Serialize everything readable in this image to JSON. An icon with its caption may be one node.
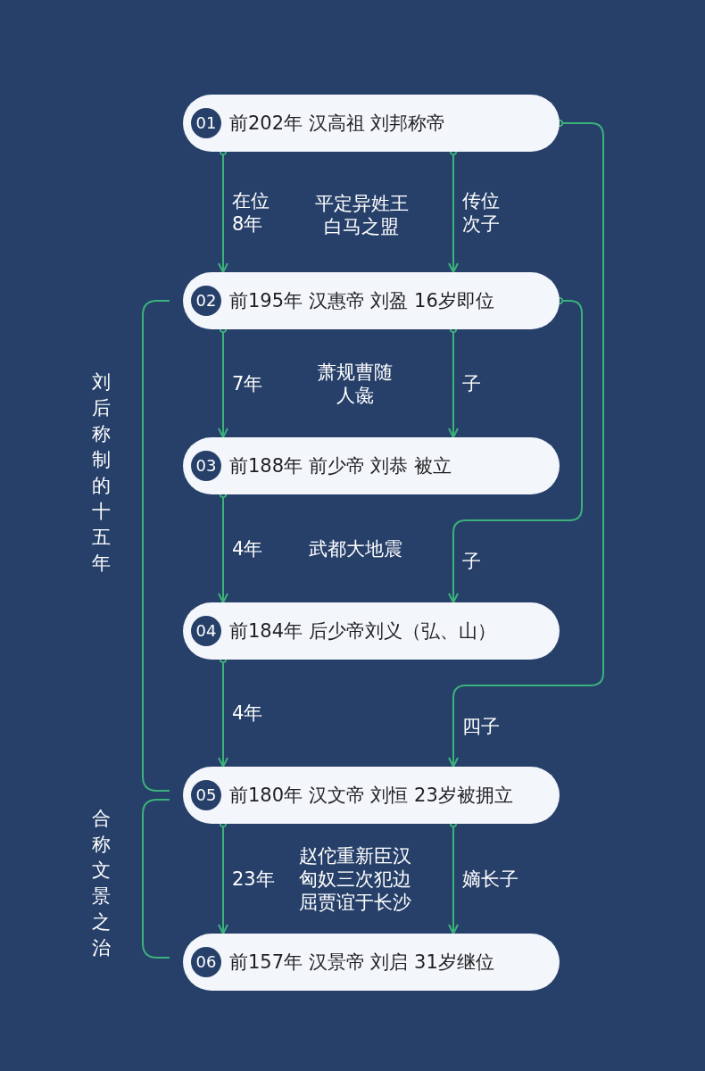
{
  "diagram": {
    "nodes": [
      {
        "text": [
          "01",
          "前202年 汉高祖 刘邦称帝"
        ]
      },
      {
        "text": [
          "02",
          "前195年 汉惠帝 刘盈 16岁即位"
        ]
      },
      {
        "text": [
          "03",
          "前188年 前少帝 刘恭 被立"
        ]
      },
      {
        "text": [
          "04",
          "前184年 后少帝刘义（弘、山）"
        ]
      },
      {
        "text": [
          "05",
          "前180年 汉文帝 刘恒 23岁被拥立"
        ]
      },
      {
        "text": [
          "06",
          "前157年 汉景帝 刘启 31岁继位"
        ]
      }
    ],
    "edges": [
      {
        "from": 0,
        "to": 1,
        "arrow": "to",
        "label": "在位8年"
      },
      {
        "from": 0,
        "to": 1,
        "arrow": "to",
        "label": "传位次子"
      },
      {
        "from": 1,
        "to": 2,
        "arrow": "to",
        "label": "7年"
      },
      {
        "from": 1,
        "to": 2,
        "arrow": "to",
        "label": "子"
      },
      {
        "from": 2,
        "to": 3,
        "arrow": "to",
        "label": "4年"
      },
      {
        "from": 1,
        "to": 3,
        "arrow": "to",
        "label": "子"
      },
      {
        "from": 3,
        "to": 4,
        "arrow": "to",
        "label": "4年"
      },
      {
        "from": 0,
        "to": 4,
        "arrow": "to",
        "label": "四子"
      },
      {
        "from": 4,
        "to": 5,
        "arrow": "to",
        "label": "23年"
      },
      {
        "from": 4,
        "to": 5,
        "arrow": "to",
        "label": "嫡长子"
      }
    ],
    "labels": [
      "平定异姓王白马之盟",
      "萧规曹随人彘",
      "刘后称制的十五年",
      "武都大地震",
      "合称文景之治",
      "赵佗重新臣汉匈奴三次犯边屈贾谊于长沙"
    ]
  }
}
